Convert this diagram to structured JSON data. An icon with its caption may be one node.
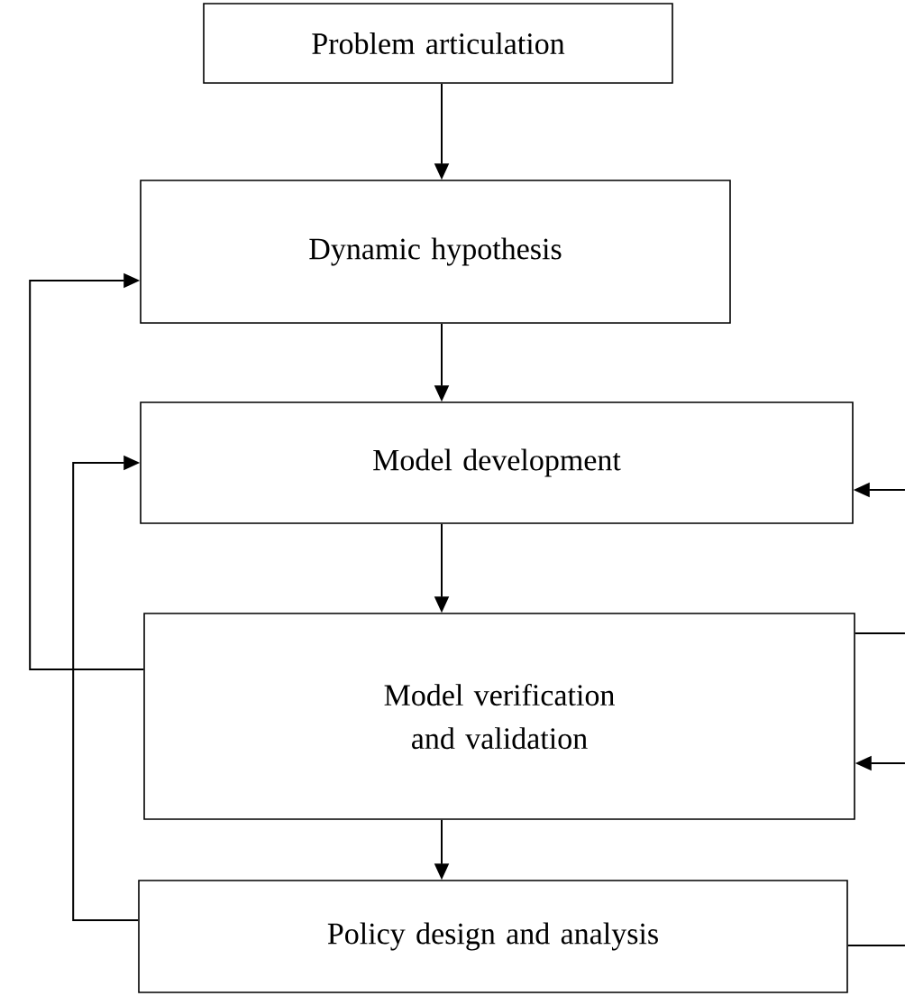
{
  "diagram": {
    "nodes": [
      {
        "text": [
          "Problem articulation"
        ]
      },
      {
        "text": [
          "Dynamic hypothesis"
        ]
      },
      {
        "text": [
          "Model development"
        ]
      },
      {
        "text": [
          "Model verification and validation"
        ]
      },
      {
        "text": [
          "Policy design and analysis"
        ]
      }
    ],
    "edges": [
      {
        "from": 0,
        "to": 1,
        "arrow": "to"
      },
      {
        "from": 1,
        "to": 2,
        "arrow": "to"
      },
      {
        "from": 2,
        "to": 3,
        "arrow": "to"
      },
      {
        "from": 3,
        "to": 4,
        "arrow": "to"
      },
      {
        "from": 3,
        "to": 1,
        "arrow": "to"
      },
      {
        "from": 4,
        "to": 2,
        "arrow": "to"
      },
      {
        "from": null,
        "to": 2,
        "arrow": "to"
      },
      {
        "from": 3,
        "to": null,
        "arrow": "none"
      },
      {
        "from": null,
        "to": 3,
        "arrow": "to"
      },
      {
        "from": 4,
        "to": null,
        "arrow": "none"
      }
    ]
  }
}
